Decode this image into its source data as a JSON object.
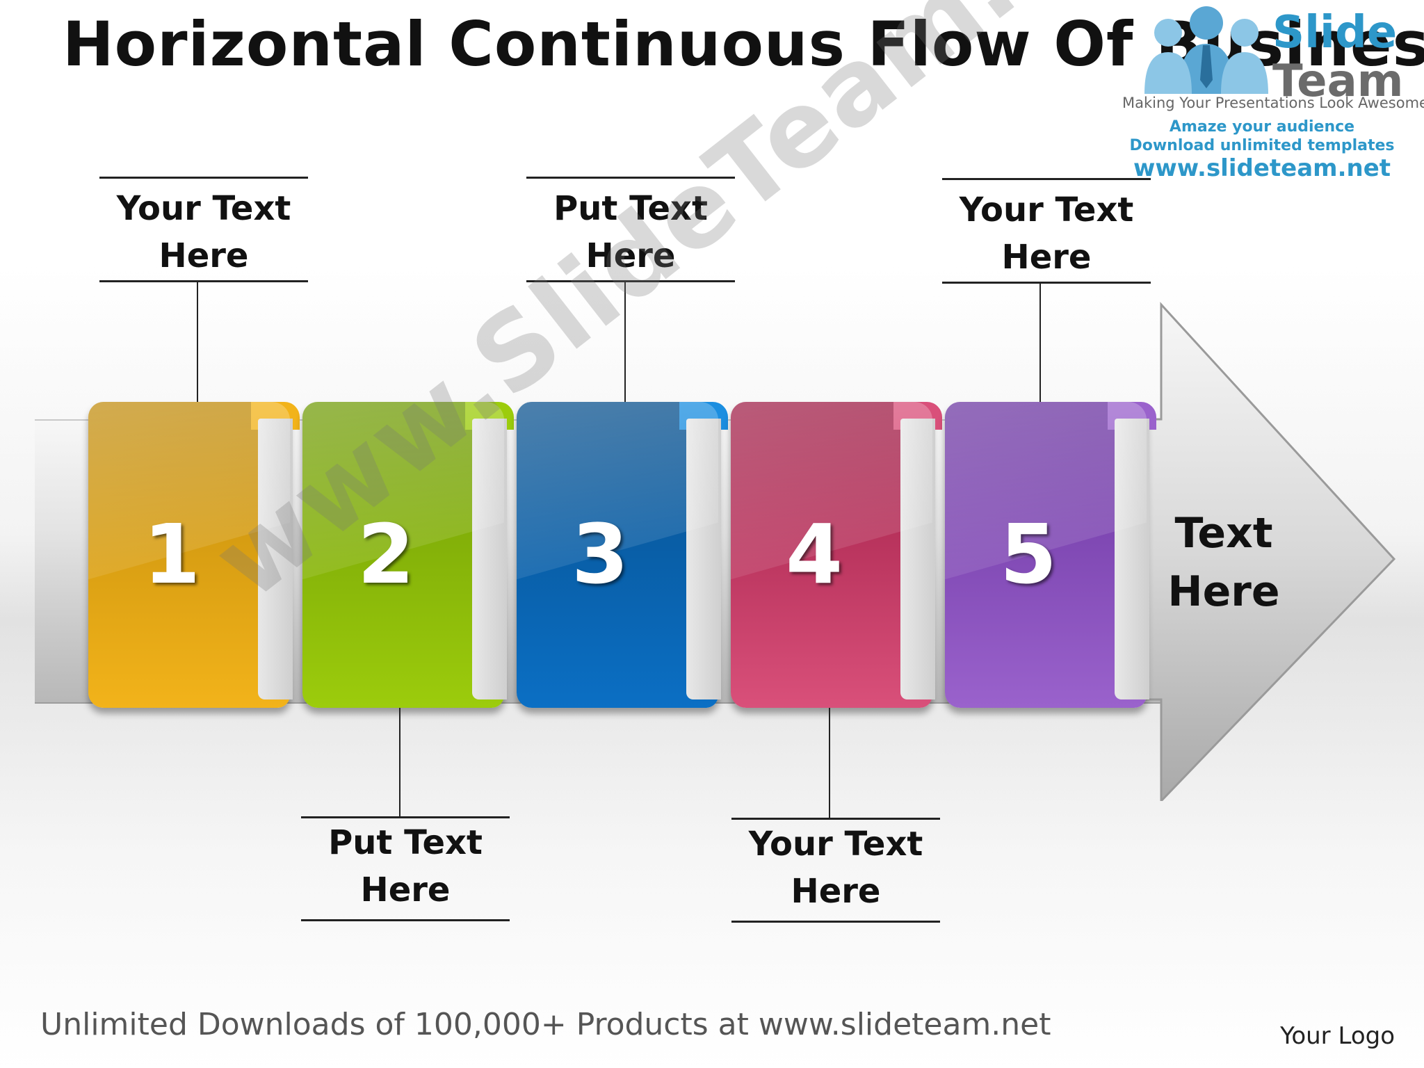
{
  "title": "Horizontal Continuous Flow Of Business",
  "logo": {
    "brand_line1": "Slide",
    "brand_line2": "Team",
    "tagline": "Making Your Presentations Look Awesome",
    "amaze": "Amaze your audience",
    "download": "Download unlimited templates",
    "url": "www.slideteam.net"
  },
  "steps": [
    {
      "number": "1",
      "color_top": "#c08b0c",
      "color_bottom": "#f2b31a"
    },
    {
      "number": "2",
      "color_top": "#6f9a06",
      "color_bottom": "#9ccc0c"
    },
    {
      "number": "3",
      "color_top": "#074f8c",
      "color_bottom": "#0b6fc4"
    },
    {
      "number": "4",
      "color_top": "#9e1c45",
      "color_bottom": "#d9507a"
    },
    {
      "number": "5",
      "color_top": "#6a34a0",
      "color_bottom": "#9a62cc"
    }
  ],
  "callouts": {
    "step1": {
      "line1": "Your Text",
      "line2": "Here"
    },
    "step2": {
      "line1": "Put Text",
      "line2": "Here"
    },
    "step3": {
      "line1": "Put Text",
      "line2": "Here"
    },
    "step4": {
      "line1": "Your Text",
      "line2": "Here"
    },
    "step5": {
      "line1": "Your Text",
      "line2": "Here"
    }
  },
  "arrow_text": {
    "line1": "Text",
    "line2": "Here"
  },
  "watermark": "www.SlideTeam.net",
  "footer": "Unlimited Downloads of 100,000+ Products at www.slideteam.net",
  "your_logo": "Your Logo"
}
